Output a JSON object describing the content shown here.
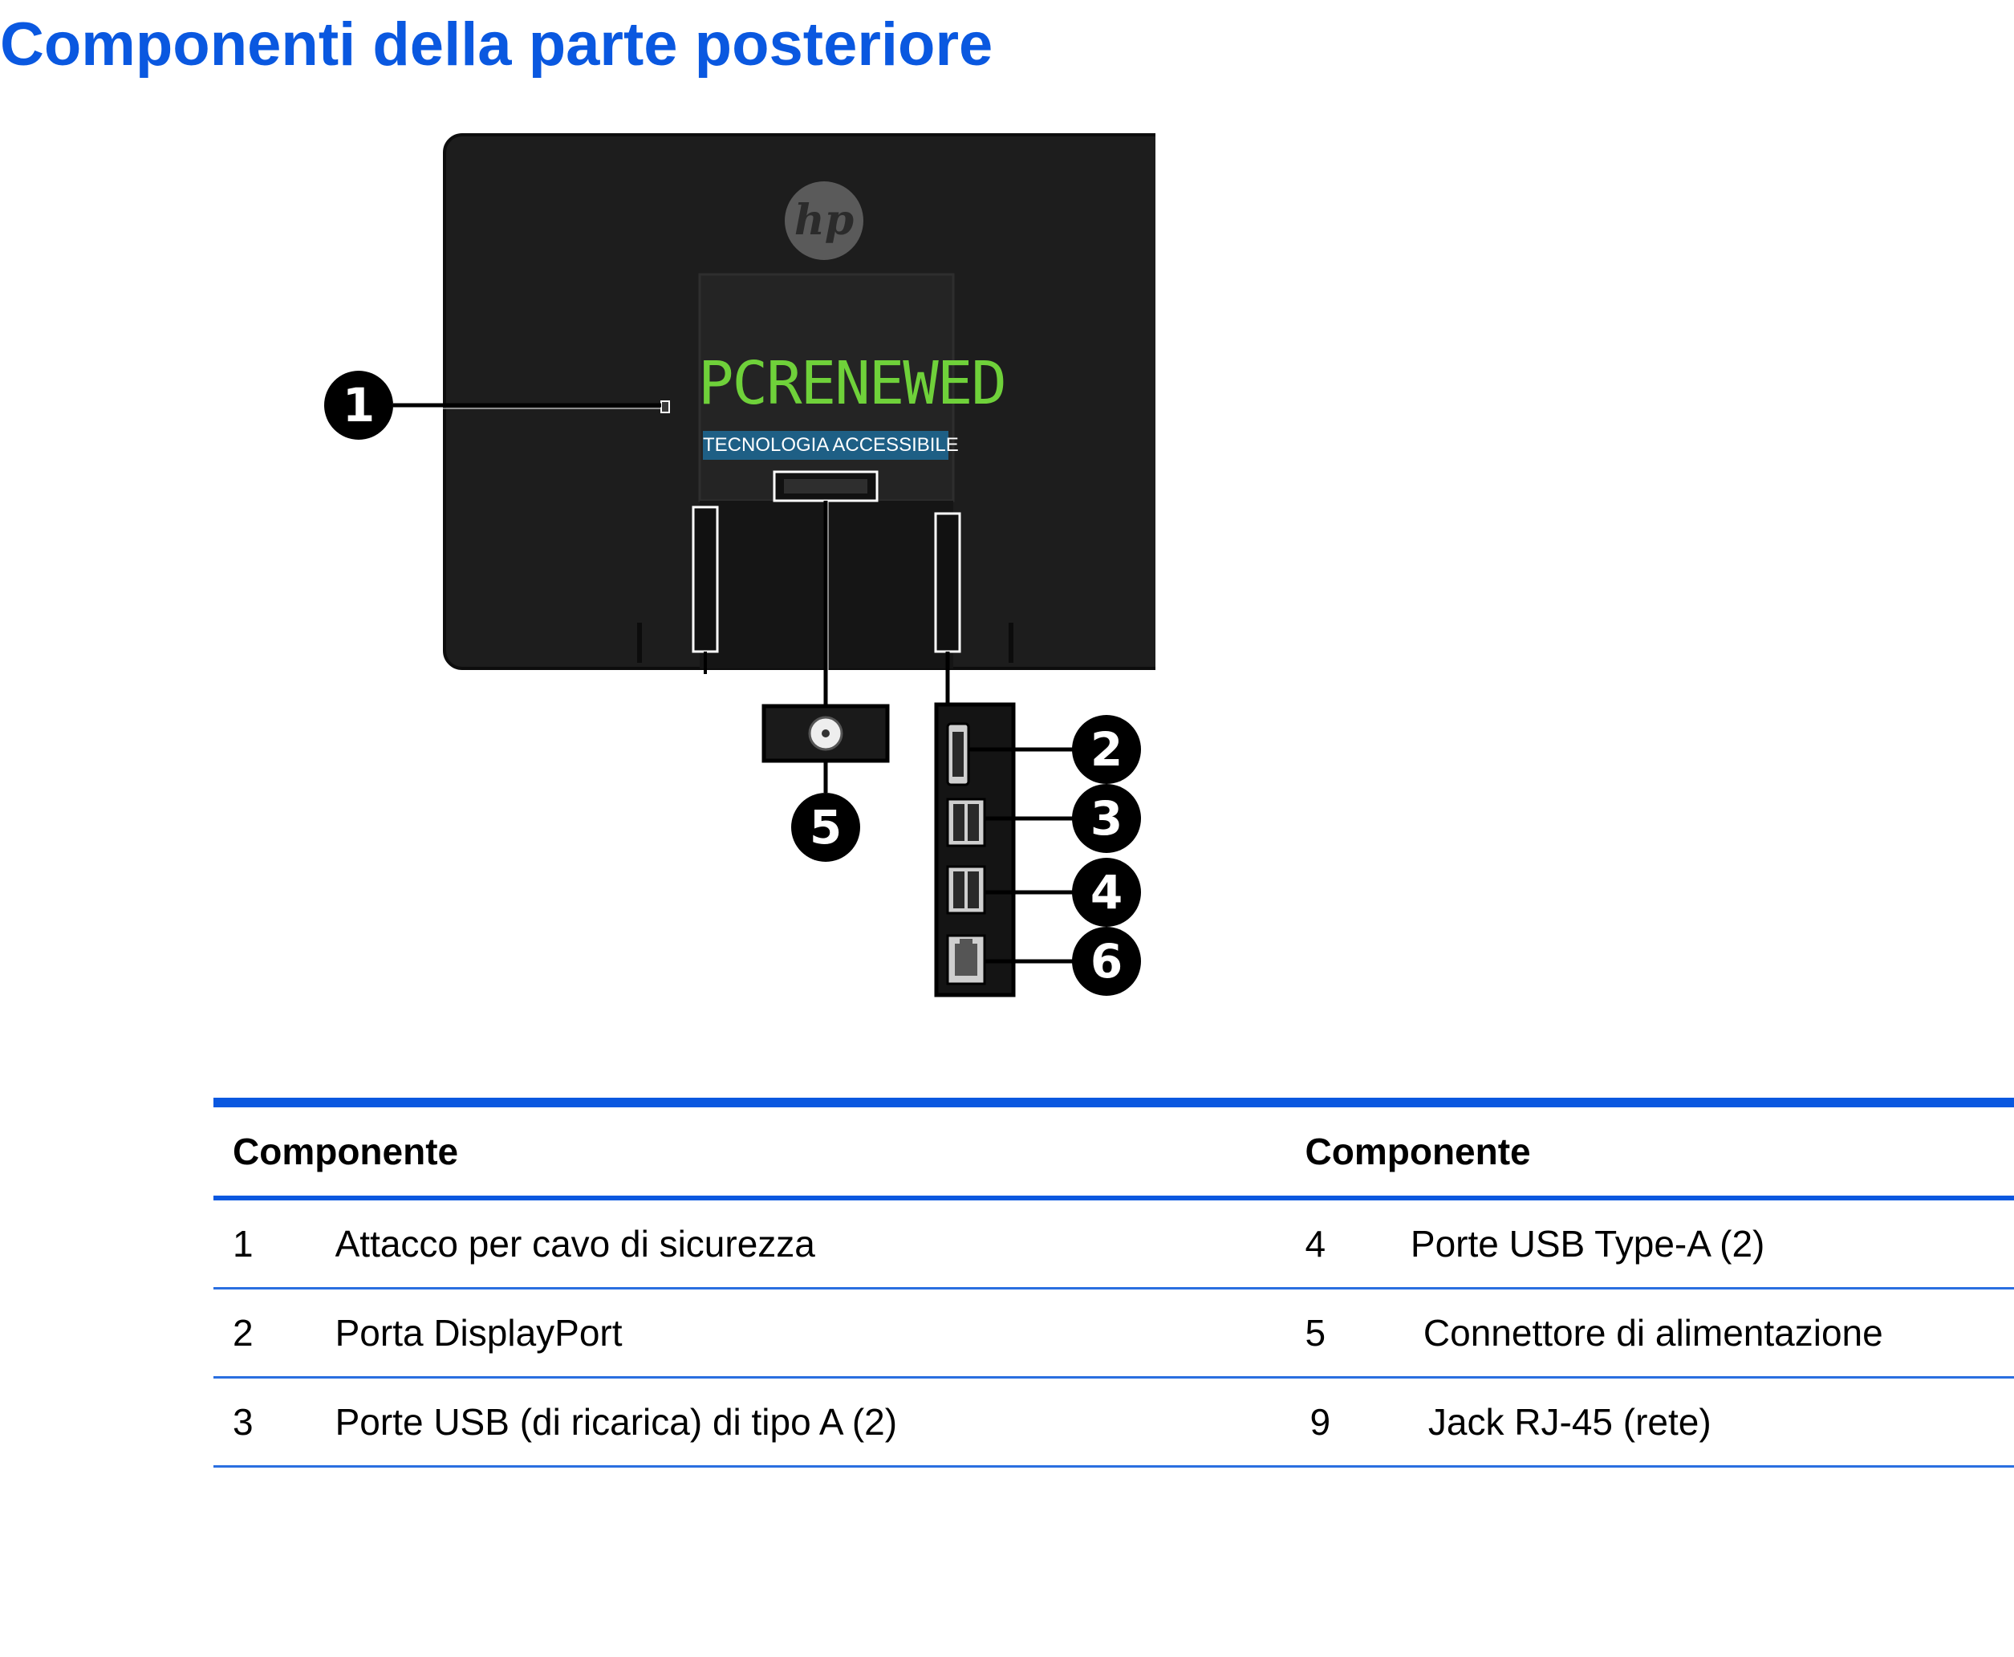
{
  "page": {
    "title": "Componenti della parte posteriore"
  },
  "figure": {
    "brand_logo_icon": "hp-logo-icon",
    "watermark": {
      "logo_text": "PCRENEWED",
      "subtitle": "TECNOLOGIA ACCESSIBILE"
    },
    "callouts": [
      "1",
      "2",
      "3",
      "4",
      "5",
      "6"
    ]
  },
  "table": {
    "headers": [
      "Componente",
      "Componente"
    ],
    "rows": [
      {
        "left_num": "1",
        "left_desc": "Attacco per cavo di sicurezza",
        "right_num": "4",
        "right_desc": "Porte USB Type-A (2)"
      },
      {
        "left_num": "2",
        "left_desc": "Porta DisplayPort",
        "right_num": "5",
        "right_desc": "Connettore di alimentazione"
      },
      {
        "left_num": "3",
        "left_desc": "Porte USB (di ricarica) di tipo A (2)",
        "right_num": "9",
        "right_desc": "Jack RJ-45 (rete)"
      }
    ]
  },
  "colors": {
    "accent_blue": "#0a58e0",
    "device_body": "#1d1d1d",
    "watermark_green": "#6fd13a",
    "watermark_band": "#1e5f85"
  }
}
